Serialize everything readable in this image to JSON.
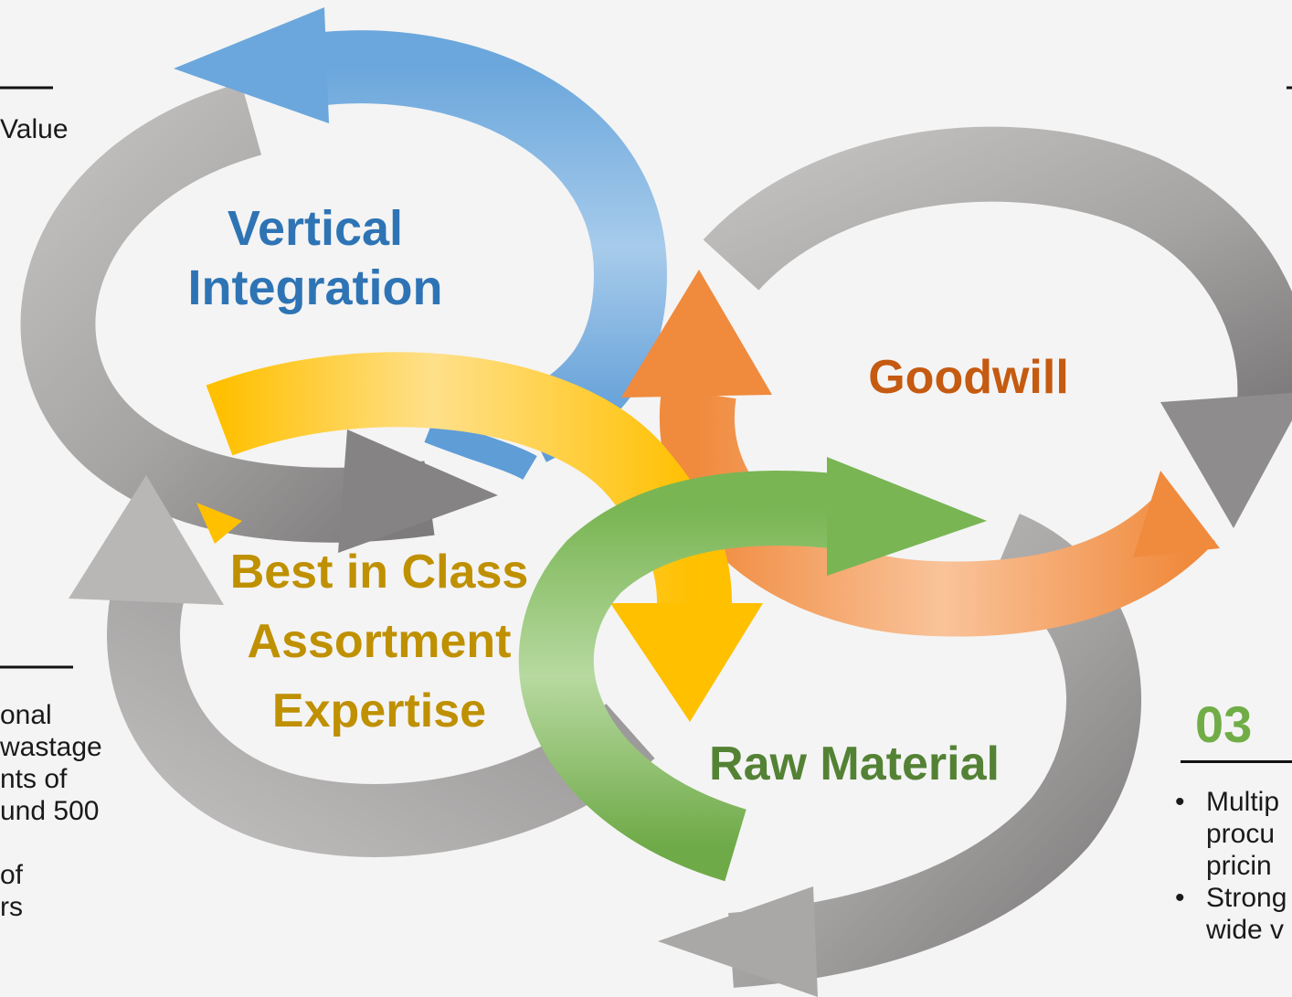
{
  "diagram": {
    "cycles": [
      {
        "id": "vertical",
        "label_lines": [
          "Vertical",
          "Integration"
        ],
        "color": "#2e74b5"
      },
      {
        "id": "assortment",
        "label_lines": [
          "Best in Class",
          "Assortment",
          "Expertise"
        ],
        "color": "#bf9000"
      },
      {
        "id": "goodwill",
        "label_lines": [
          "Goodwill"
        ],
        "color": "#c55a11"
      },
      {
        "id": "raw",
        "label_lines": [
          "Raw Material"
        ],
        "color": "#548235"
      }
    ],
    "arrow_colors": {
      "blue": "#5b9bd5",
      "yellow": "#ffc000",
      "orange": "#ed7d31",
      "green": "#70ad47",
      "gray": "#8f8f8f"
    }
  },
  "left_top": {
    "fragment": "Value"
  },
  "left_bottom": {
    "lines": [
      "onal",
      " wastage",
      "nts of",
      "und 500",
      "",
      " of",
      "rs"
    ]
  },
  "right_panel": {
    "number": "03",
    "number_color": "#70ad47",
    "bullets": [
      {
        "lines": [
          "Multip",
          "procu",
          "pricin"
        ]
      },
      {
        "lines": [
          "Strong",
          "wide v"
        ]
      }
    ]
  }
}
